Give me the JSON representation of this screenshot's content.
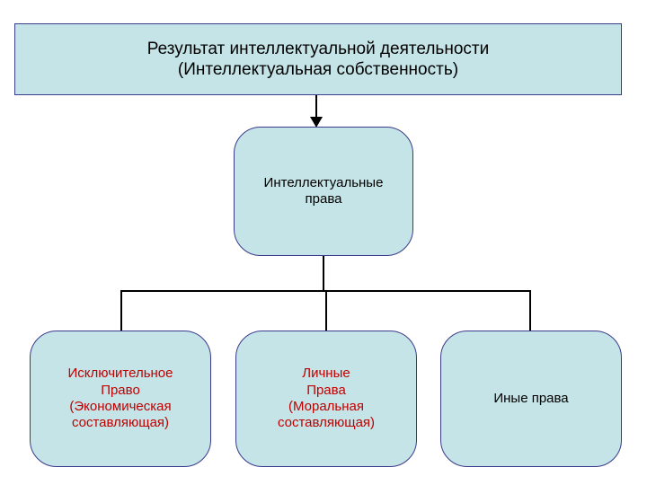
{
  "diagram": {
    "title_box": {
      "text": "Результат интеллектуальной деятельности\n(Интеллектуальная собственность)"
    },
    "central_node": {
      "text": "Интеллектуальные\nправа"
    },
    "leaves": [
      {
        "text": "Исключительное\nПраво\n(Экономическая\nсоставляющая)"
      },
      {
        "text": "Личные\nПрава\n(Моральная\nсоставляющая)"
      },
      {
        "text": "Иные права"
      }
    ],
    "colors": {
      "node_fill": "#c5e4e7",
      "node_border": "#3b3b8f",
      "accent_text": "#c00000",
      "default_text": "#000000",
      "connector": "#000000"
    }
  }
}
